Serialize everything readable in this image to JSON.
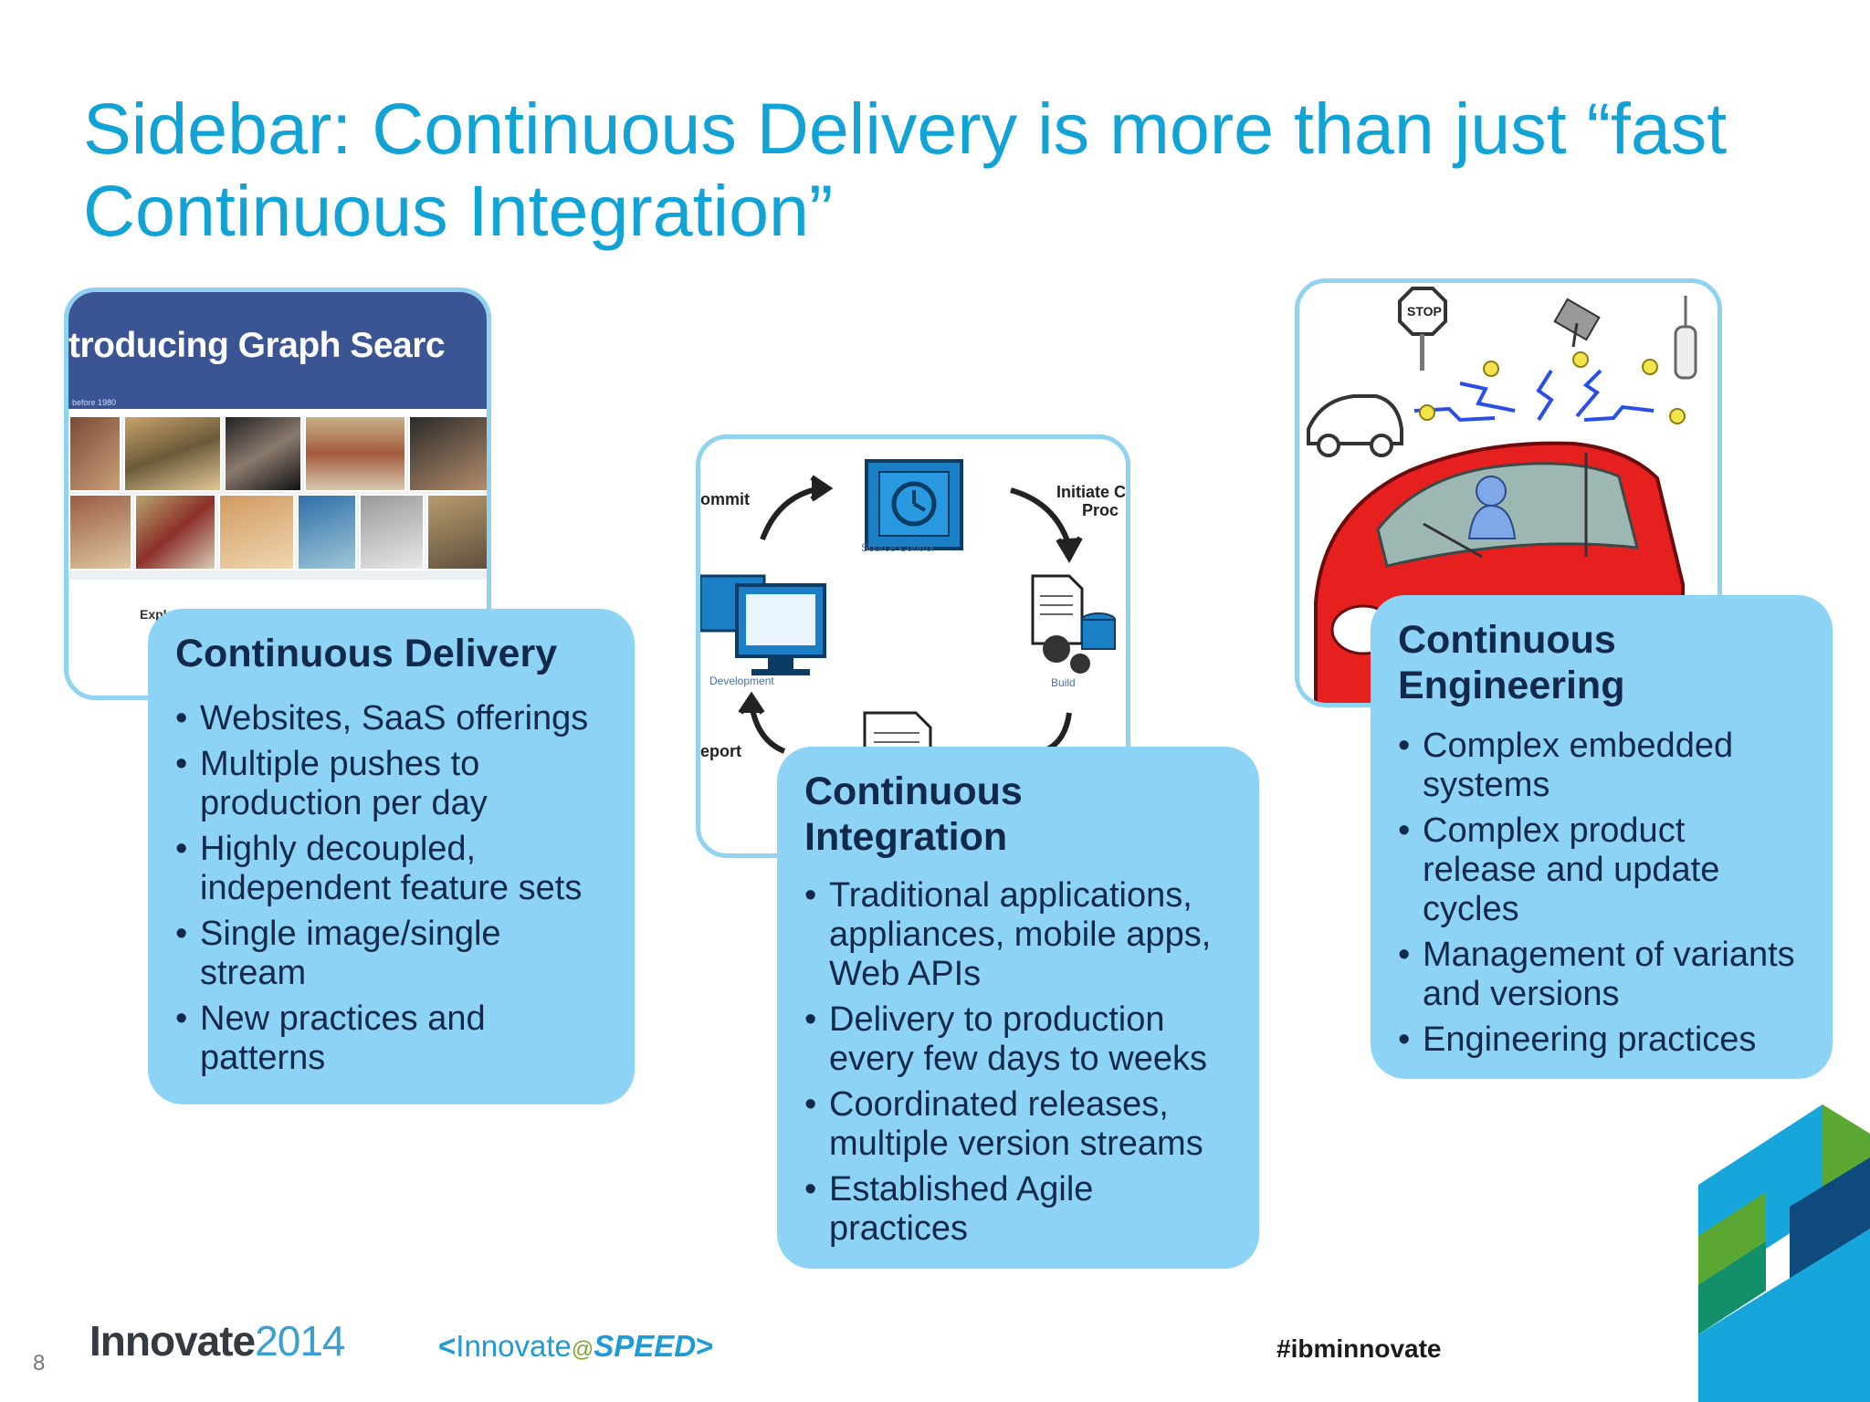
{
  "slide": {
    "title_line1": "Sidebar: Continuous Delivery is more than just “fast",
    "title_line2": "Continuous Integration”",
    "page_number": "8"
  },
  "image_fb": {
    "banner_text": "troducing Graph Searc",
    "banner_sub": "before 1980",
    "footer_text": "Expl"
  },
  "image_ci": {
    "label_commit": "ommit",
    "label_initiate_1": "Initiate C",
    "label_initiate_2": "Proc",
    "label_report": "eport",
    "caption_source_control": "Source Control",
    "caption_development": "Development",
    "caption_build": "Build"
  },
  "image_car": {
    "stop_sign": "STOP"
  },
  "callouts": [
    {
      "heading": "Continuous Delivery",
      "items": [
        "Websites, SaaS offerings",
        "Multiple pushes to production per day",
        "Highly decoupled, independent feature sets",
        "Single image/single stream",
        "New practices and patterns"
      ]
    },
    {
      "heading": "Continuous Integration",
      "items": [
        "Traditional applications, appliances, mobile apps, Web APIs",
        "Delivery to production every few days to weeks",
        "Coordinated releases, multiple version streams",
        "Established Agile practices"
      ]
    },
    {
      "heading": "Continuous Engineering",
      "items": [
        "Complex embedded systems",
        "Complex product release and update cycles",
        "Management of variants and versions",
        "Engineering practices"
      ]
    }
  ],
  "footer": {
    "brand_word": "Innovate",
    "brand_year": "2014",
    "tagline_left": "<",
    "tagline_word": "Innovate",
    "tagline_at": "@",
    "tagline_speed": "SPEED",
    "tagline_right": ">",
    "hashtag": "#ibminnovate"
  },
  "colors": {
    "title": "#12a3d6",
    "callout_fill": "#8dd3f5",
    "callout_text": "#13294b",
    "frame_border": "#8fd3f1",
    "fb_blue": "#3b5493",
    "deco_blue": "#16a6dc",
    "deco_navy": "#0f4a7d",
    "deco_green": "#5aa832",
    "deco_teal": "#138f6a"
  }
}
